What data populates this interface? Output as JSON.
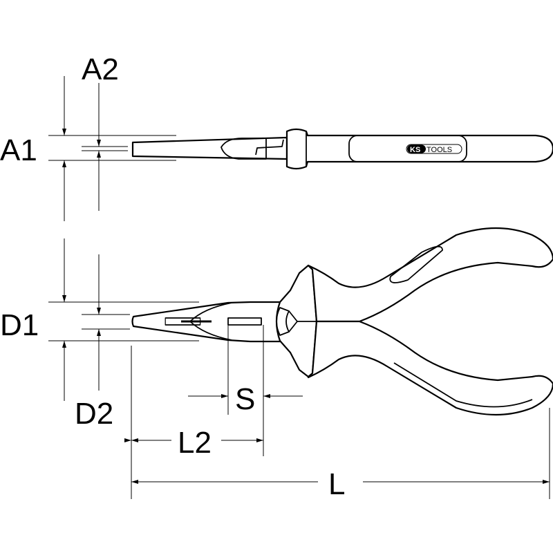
{
  "labels": {
    "a2": "A2",
    "a1": "A1",
    "d1": "D1",
    "d2": "D2",
    "s": "S",
    "l2": "L2",
    "l": "L"
  },
  "logo": {
    "ks": "KS",
    "tools": "TOOLS"
  },
  "colors": {
    "line": "#000000",
    "background": "#ffffff"
  }
}
